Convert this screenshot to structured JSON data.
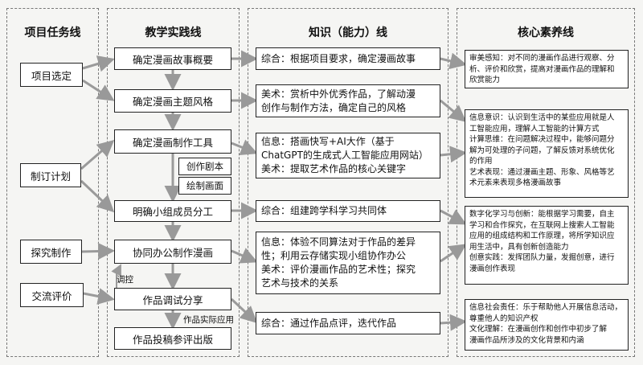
{
  "headers": {
    "project": "项目任务线",
    "teaching": "教学实践线",
    "knowledge": "知识（能力）线",
    "core": "核心素养线"
  },
  "project_tasks": [
    "项目选定",
    "制订计划",
    "探究制作",
    "交流评价"
  ],
  "teaching_steps": [
    "确定漫画故事概要",
    "确定漫画主题风格",
    "确定漫画制作工具",
    "明确小组成员分工",
    "协同办公制作漫画",
    "作品调试分享",
    "作品投稿参评出版"
  ],
  "sub_steps": [
    "创作剧本",
    "绘制画面"
  ],
  "edge_labels": {
    "adjust": "调控",
    "apply": "作品实际应用"
  },
  "knowledge": [
    "综合：根据项目要求，确定漫画故事",
    "美术：赏析中外优秀作品，了解动漫\n创作与制作方法，确定自己的风格",
    "信息：搭画快写+AI大作（基于\nChatGPT的生成式人工智能应用网站）\n美术：提取艺术作品的核心关键字",
    "综合：组建跨学科学习共同体",
    "信息：体验不同算法对于作品的差异\n性；利用云存储实现小组协作办公\n美术：评价漫画作品的艺术性；探究\n艺术与技术的关系",
    "综合：通过作品点评，迭代作品"
  ],
  "core": [
    "审美感知：对不同的漫画作品进行观察、分\n析、评价和欣赏，提高对漫画作品的理解和\n欣赏能力",
    "信息意识：认识到生活中的某些应用就是人\n工智能应用，理解人工智能的计算方式\n计算思维：在问题解决过程中，能够问题分\n解为可处理的子问题，了解反馈对系统优化\n的作用\n艺术表现：通过漫画主题、形象、风格等艺\n术元素来表现多格漫画故事",
    "数字化学习与创新：能根据学习需要，自主\n学习和合作探究，在互联网上搜索人工智能\n应用的组成结构和工作原理，将所学知识应\n用生活中，具有创新创造能力\n创意实践：发挥团队力量，发掘创意，进行\n漫画创作表现",
    "信息社会责任：乐于帮助他人开展信息活动，\n尊重他人的知识产权\n文化理解：在漫画创作和创作中初步了解\n漫画作品所涉及的文化背景和内涵"
  ]
}
